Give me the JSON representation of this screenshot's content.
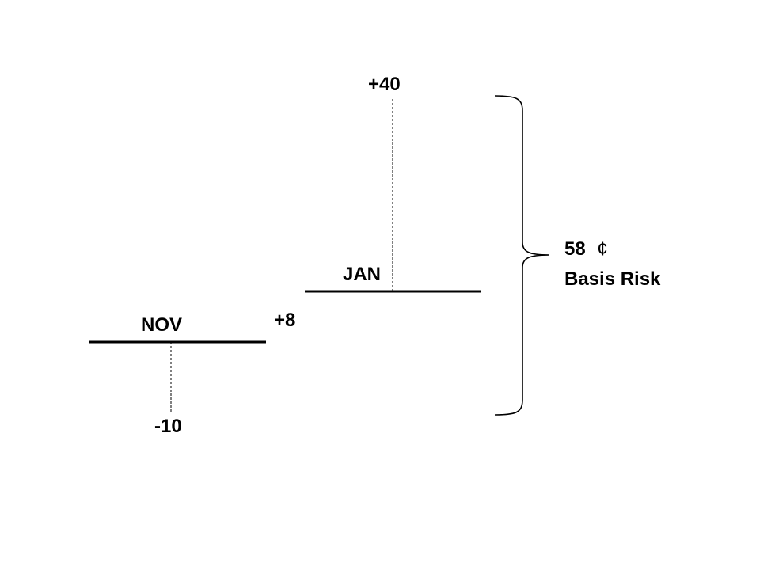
{
  "diagram": {
    "nov": {
      "label": "NOV",
      "value_label": "-10"
    },
    "jan": {
      "label": "JAN",
      "value_label": "+40"
    },
    "spread_label": "+8",
    "brace": {
      "amount": "58",
      "unit": "¢",
      "caption": "Basis Risk"
    }
  }
}
